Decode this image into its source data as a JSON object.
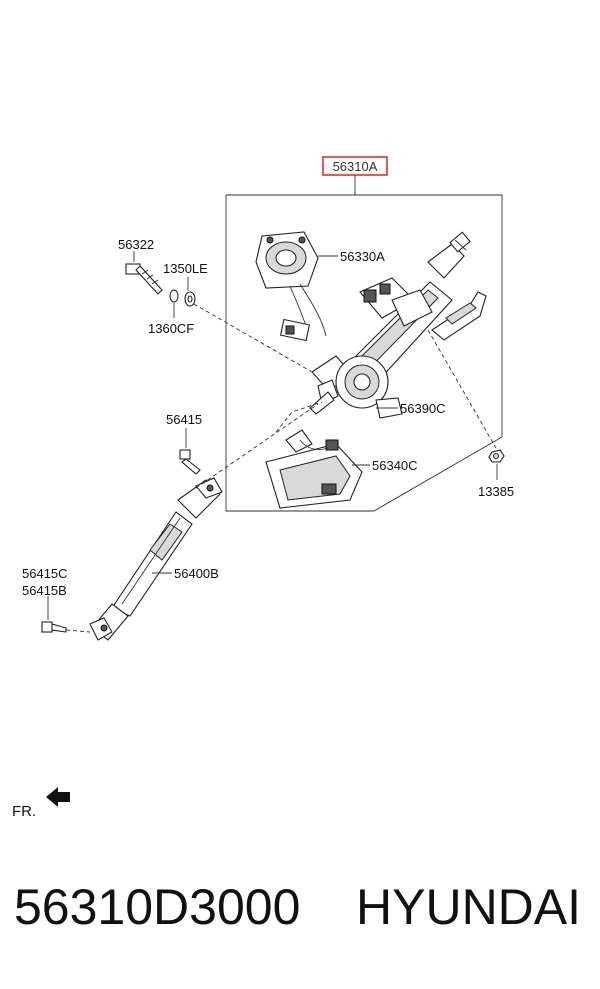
{
  "diagram": {
    "callouts": {
      "assembly": "56310A",
      "sensor": "56330A",
      "bolt": "56322",
      "washer_top": "1350LE",
      "washer_bottom": "1360CF",
      "motor": "56390C",
      "module": "56340C",
      "nut": "13385",
      "pinch_bolt": "56415",
      "lower_bolt_c": "56415C",
      "lower_bolt_b": "56415B",
      "shaft": "56400B"
    },
    "direction_label": "FR.",
    "highlight_color": "#e0302a"
  },
  "footer": {
    "part_number": "56310D3000",
    "brand": "HYUNDAI"
  }
}
